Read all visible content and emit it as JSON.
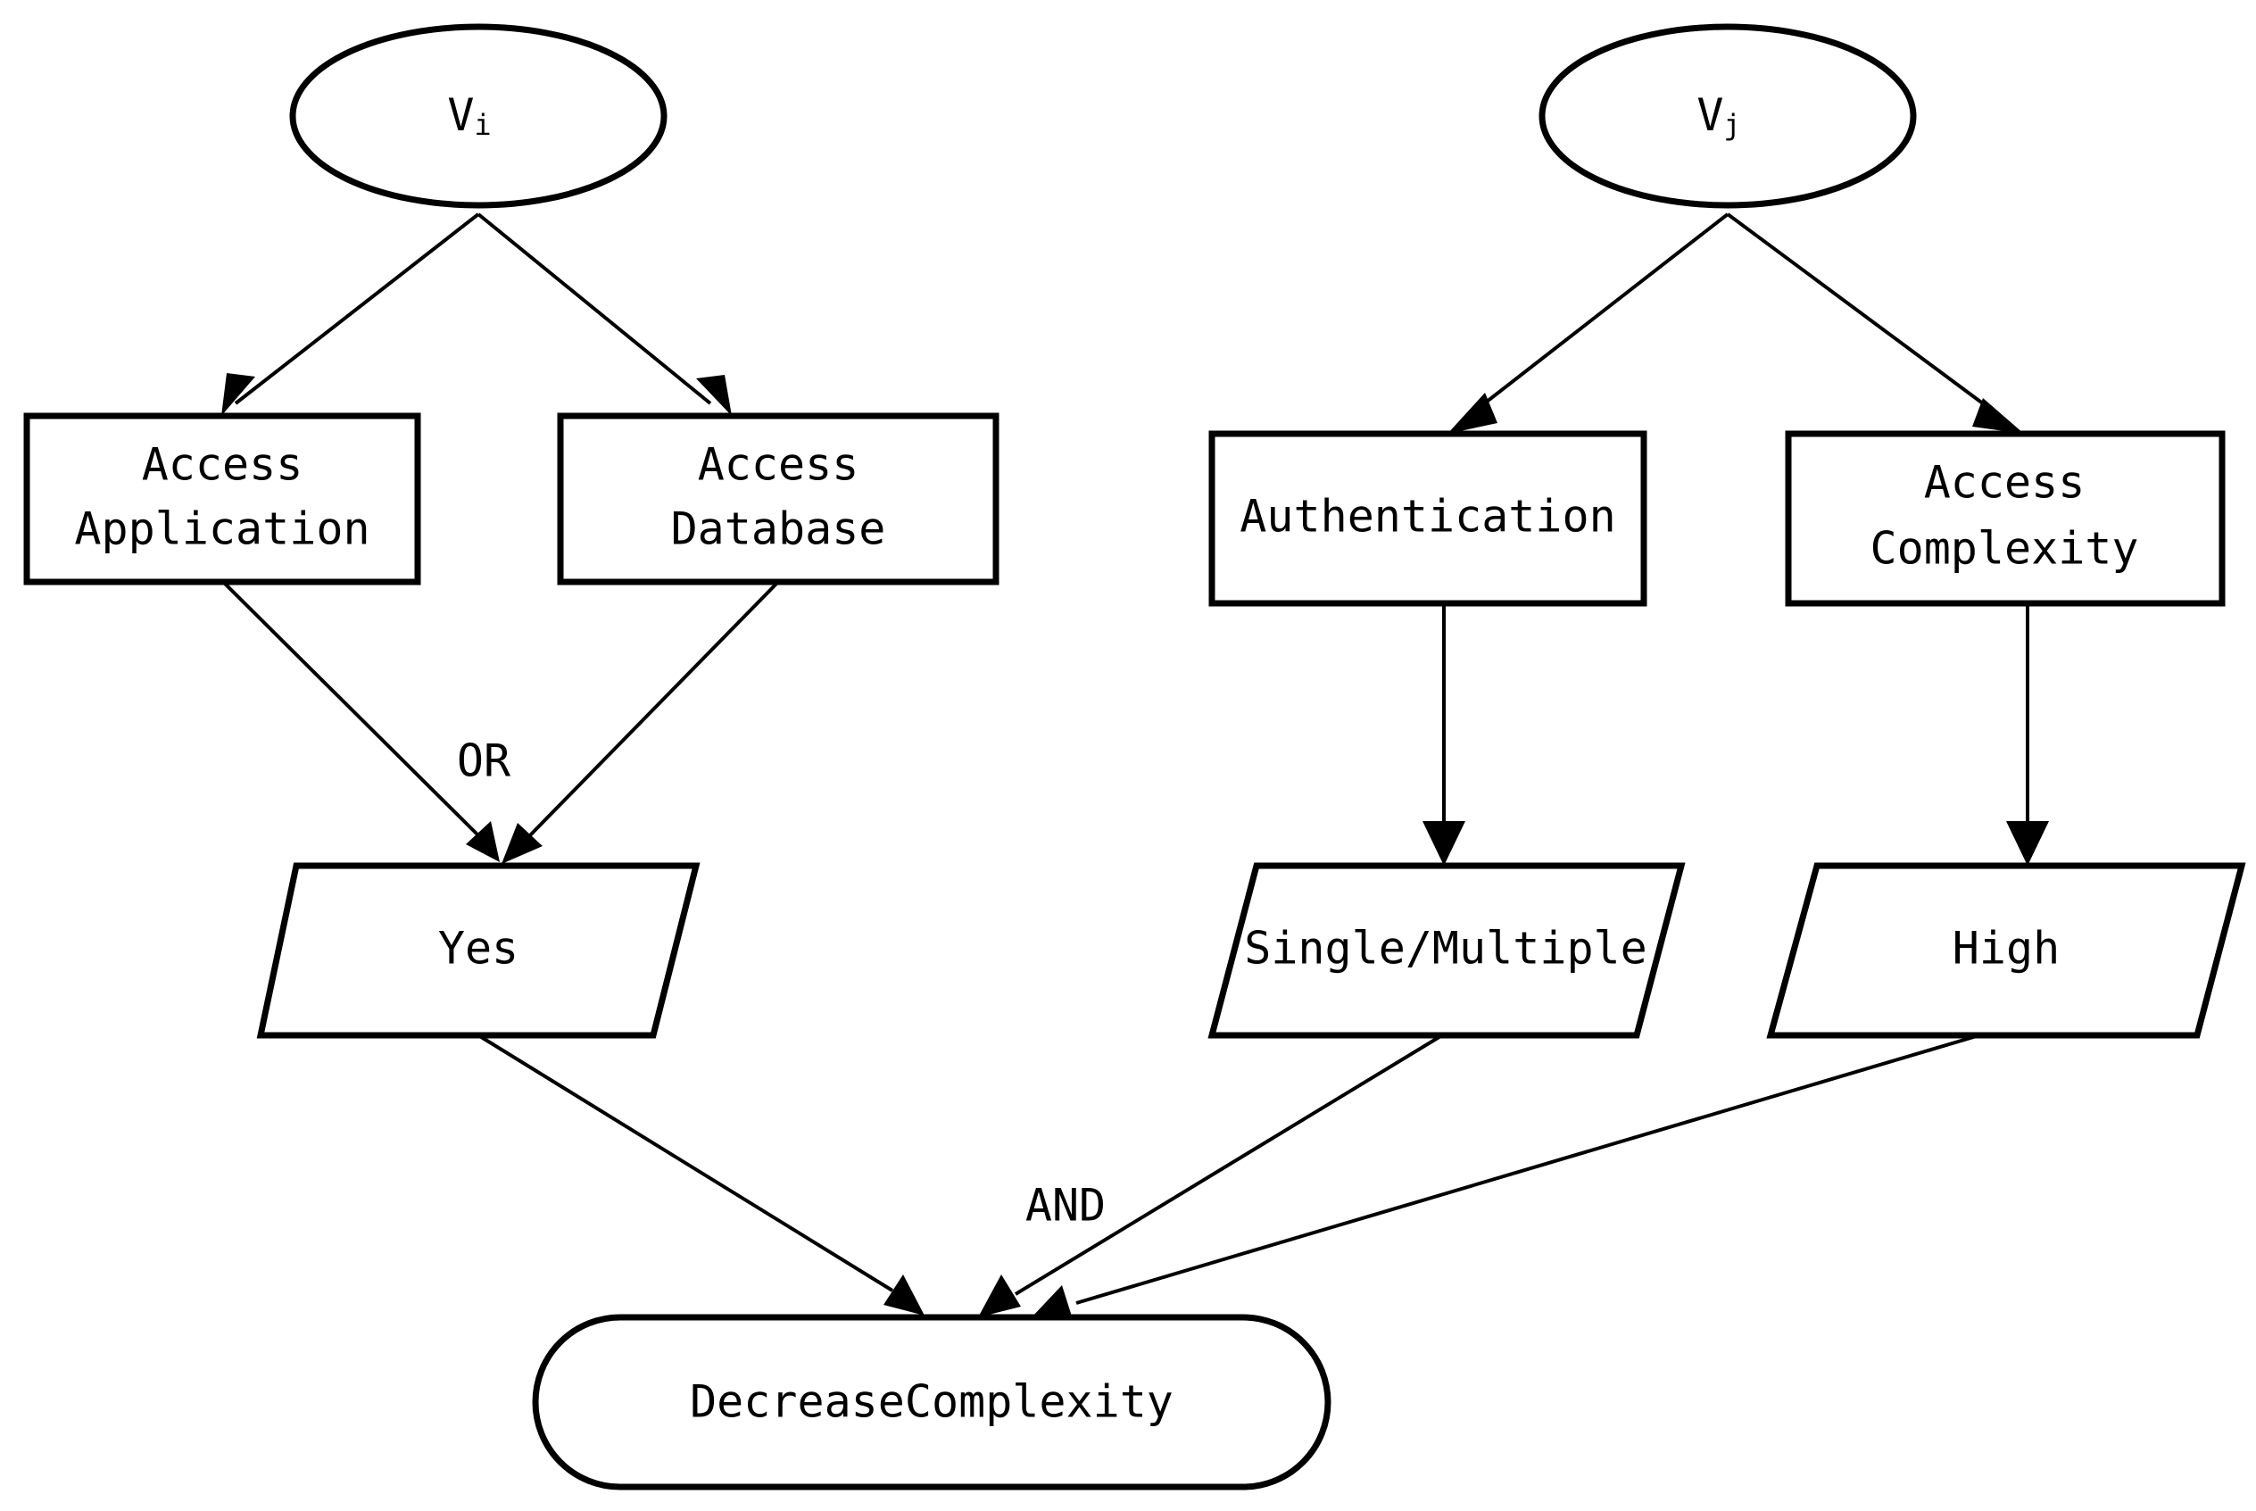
{
  "nodes": {
    "vi": {
      "main": "V",
      "sub": "i"
    },
    "vj": {
      "main": "V",
      "sub": "j"
    },
    "access_application": {
      "line1": "Access",
      "line2": "Application"
    },
    "access_database": {
      "line1": "Access",
      "line2": "Database"
    },
    "authentication": {
      "line1": "Authentication"
    },
    "access_complexity": {
      "line1": "Access",
      "line2": "Complexity"
    },
    "yes": {
      "text": "Yes"
    },
    "single_multiple": {
      "text": "Single/Multiple"
    },
    "high": {
      "text": "High"
    },
    "decrease_complexity": {
      "text": "DecreaseComplexity"
    }
  },
  "labels": {
    "or": "OR",
    "and": "AND"
  }
}
